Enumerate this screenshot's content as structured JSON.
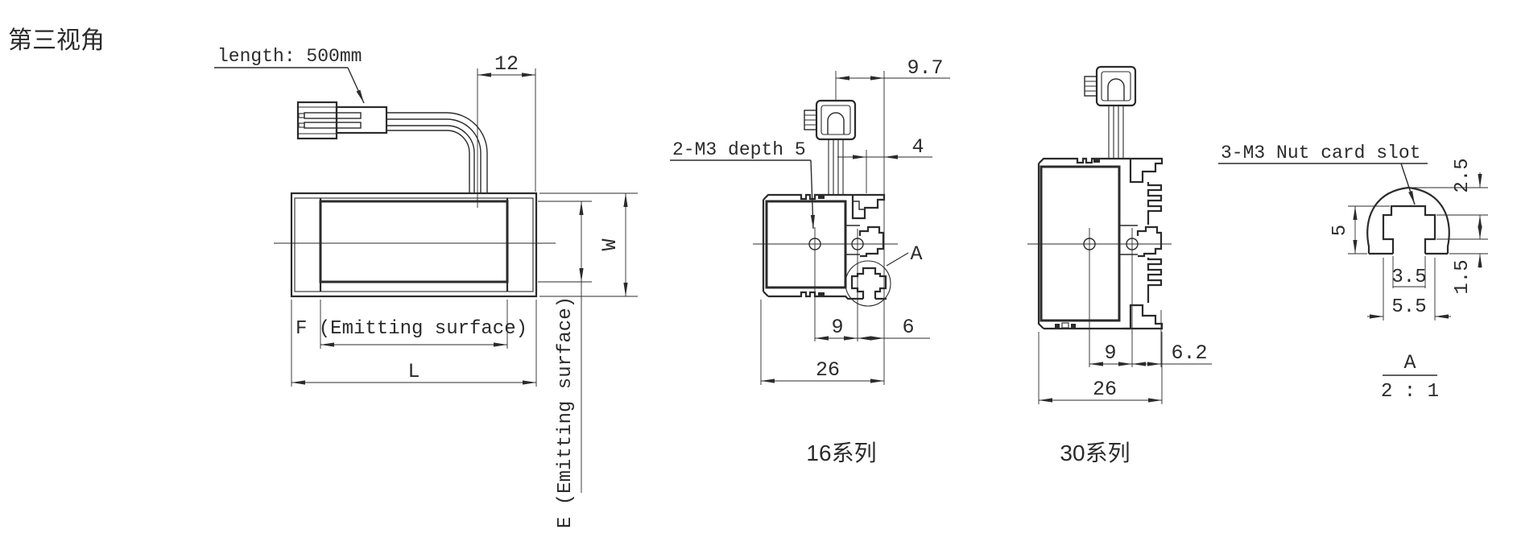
{
  "title_block": {
    "projection_label": "第三视角"
  },
  "front_view": {
    "cable_length_note": "length: 500mm",
    "dims": {
      "cable_offset": "12",
      "emitting_length": "F (Emitting surface)",
      "total_length": "L",
      "width": "W",
      "emitting_width": "E (Emitting surface)"
    }
  },
  "series_16_view": {
    "label": "16系列",
    "thread_note": "2-M3 depth 5",
    "detail_ref": "A",
    "dims": {
      "cable_to_edge": "9.7",
      "slot_offset": "4",
      "hole_spacing": "9",
      "hole_to_edge": "6",
      "overall_width": "26"
    }
  },
  "series_30_view": {
    "label": "30系列",
    "dims": {
      "hole_spacing": "9",
      "hole_to_edge": "6.2",
      "overall_width": "26"
    }
  },
  "detail_view": {
    "slot_note": "3-M3 Nut card slot",
    "view_ref": "A",
    "view_scale": "2 : 1",
    "dims": {
      "top_wall": "2.5",
      "slot_height": "5",
      "neck_depth": "1.5",
      "neck_width": "3.5",
      "cavity_width": "5.5"
    }
  },
  "colors": {
    "line": "#2b2b2b",
    "background": "#ffffff"
  }
}
